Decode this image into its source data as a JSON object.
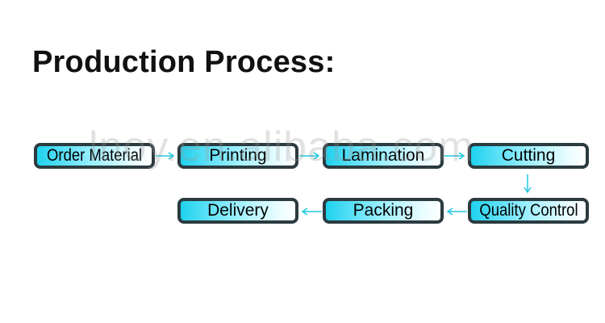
{
  "title": "Production Process:",
  "watermark": "lnoy.en.alibaba.com",
  "colors": {
    "box_border": "#2b3b40",
    "box_fill_start": "#1fd2ee",
    "box_fill_end": "#ffffff",
    "arrow": "#20c8e0"
  },
  "steps": [
    {
      "label": "Order Material"
    },
    {
      "label": "Printing"
    },
    {
      "label": "Lamination"
    },
    {
      "label": "Cutting"
    },
    {
      "label": "Quality Control"
    },
    {
      "label": "Packing"
    },
    {
      "label": "Delivery"
    }
  ],
  "connections": [
    {
      "from": "Order Material",
      "to": "Printing"
    },
    {
      "from": "Printing",
      "to": "Lamination"
    },
    {
      "from": "Lamination",
      "to": "Cutting"
    },
    {
      "from": "Cutting",
      "to": "Quality Control"
    },
    {
      "from": "Quality Control",
      "to": "Packing"
    },
    {
      "from": "Packing",
      "to": "Delivery"
    }
  ]
}
